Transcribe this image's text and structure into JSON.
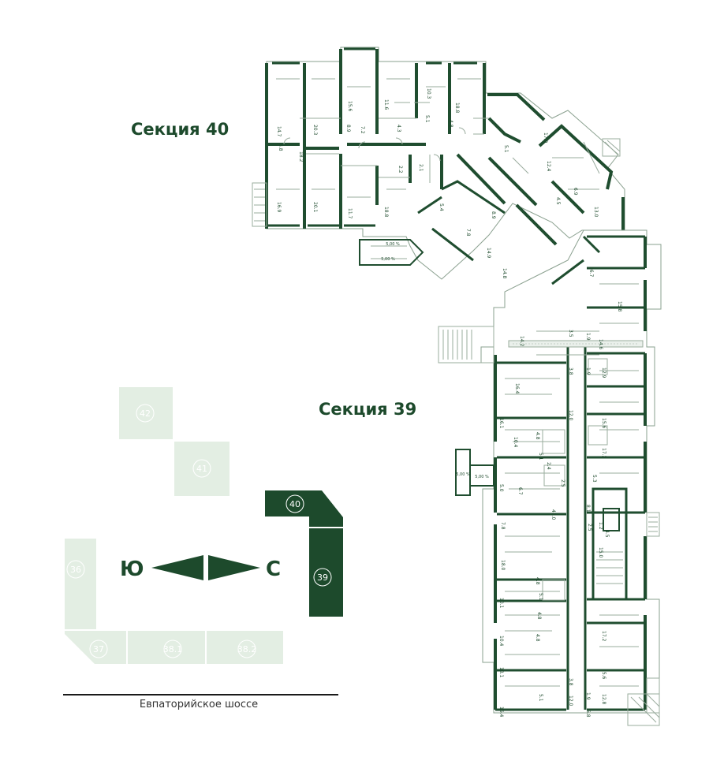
{
  "sections": {
    "s40_label": "Секция 40",
    "s39_label": "Секция 39"
  },
  "road": {
    "label": "Евпаторийское шоссе"
  },
  "compass": {
    "south": "Ю",
    "north": "С"
  },
  "minimap": {
    "blocks": [
      {
        "id": "b42",
        "label": "42",
        "state": "inactive"
      },
      {
        "id": "b41",
        "label": "41",
        "state": "inactive"
      },
      {
        "id": "b40",
        "label": "40",
        "state": "active"
      },
      {
        "id": "b39",
        "label": "39",
        "state": "active"
      },
      {
        "id": "b36",
        "label": "36",
        "state": "inactive"
      },
      {
        "id": "b37",
        "label": "37",
        "state": "inactive"
      },
      {
        "id": "b381",
        "label": "38.1",
        "state": "inactive"
      },
      {
        "id": "b382",
        "label": "38.2",
        "state": "inactive"
      }
    ]
  },
  "ramps": {
    "r40_a": "5,00 %",
    "r40_b": "5,00 %",
    "r39_a": "5,00 %",
    "r39_b": "5,00 %"
  },
  "areas_40": [
    "14.7",
    "20.3",
    "15.6",
    "11.6",
    "10.3",
    "18.8",
    "3.8",
    "18.2",
    "8.9",
    "7.2",
    "4.3",
    "5.1",
    "4.8",
    "16.9",
    "20.1",
    "11.7",
    "18.8",
    "2.2",
    "2.1",
    "5.4",
    "8.9",
    "7.8",
    "17.9",
    "5.1",
    "12.4",
    "6.9",
    "4.5",
    "13.0",
    "14.9",
    "14.8"
  ],
  "areas_39": [
    "16.7",
    "15.8",
    "14.2",
    "3.5",
    "1.9",
    "14.6",
    "16.4",
    "3.8",
    "1.9",
    "12.9",
    "16.1",
    "12.0",
    "15.6",
    "10.4",
    "4.8",
    "5.1",
    "17.2",
    "5.0",
    "2.4",
    "2.5",
    "6.7",
    "5.3",
    "47.0",
    "7.8",
    "2.5",
    "8.1",
    "1.2",
    "4.5",
    "15.0",
    "18.0",
    "4.8",
    "10.1",
    "5.1",
    "4.8",
    "10.4",
    "4.8",
    "17.2",
    "18.1",
    "15.6",
    "16.4",
    "3.8",
    "12.0",
    "1.9",
    "12.8",
    "5.1",
    "6.8"
  ],
  "colors": {
    "brand": "#1d4a2c",
    "inactive": "#e3eee3",
    "walls": "#1f4d2f",
    "thin": "#8aa08f"
  }
}
